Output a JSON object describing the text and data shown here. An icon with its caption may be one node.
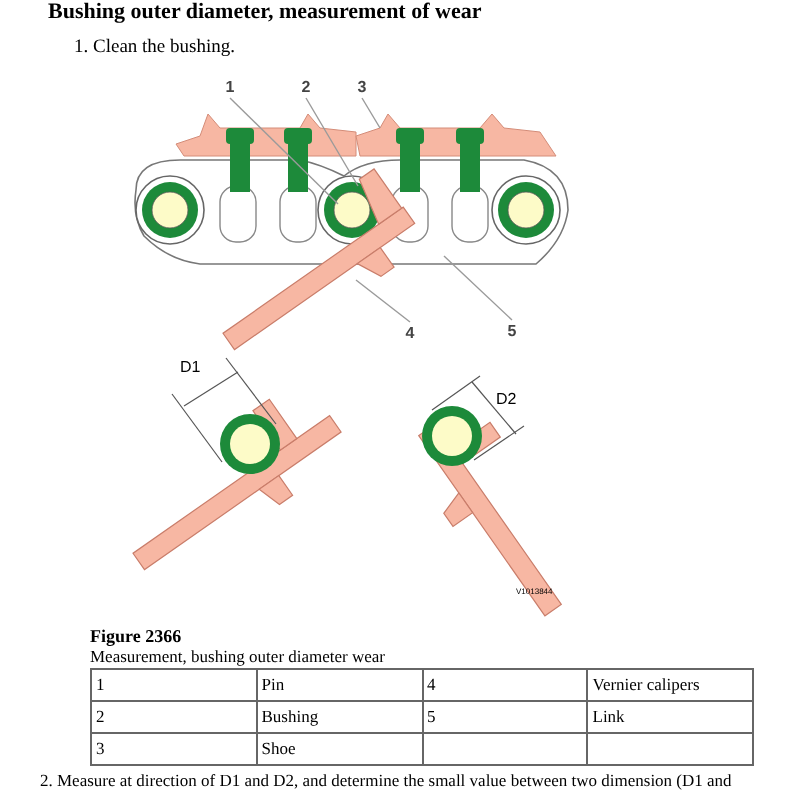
{
  "diagram": {
    "title": "Bushing outer diameter, measurement of wear",
    "nodes": [
      {
        "text": [
          "1"
        ]
      },
      {
        "text": [
          "2"
        ]
      },
      {
        "text": [
          "3"
        ]
      },
      {
        "text": [
          "4"
        ]
      },
      {
        "text": [
          "5"
        ]
      }
    ],
    "edges": [
      {
        "from": 0,
        "to": null,
        "arrow": "none"
      },
      {
        "from": 1,
        "to": null,
        "arrow": "none"
      },
      {
        "from": 2,
        "to": null,
        "arrow": "none"
      },
      {
        "from": 3,
        "to": null,
        "arrow": "none"
      },
      {
        "from": 4,
        "to": null,
        "arrow": "none"
      }
    ],
    "labels": [
      "1. Clean the bushing.",
      "D1",
      "D2",
      "V1013844",
      "Figure 2366",
      "Measurement, bushing outer diameter wear",
      "1",
      "Pin",
      "4",
      "Vernier calipers",
      "2",
      "Bushing",
      "5",
      "Link",
      "3",
      "Shoe",
      "2. Measure at direction of D1 and D2, and determine the small value between two dimension (D1 and"
    ]
  }
}
